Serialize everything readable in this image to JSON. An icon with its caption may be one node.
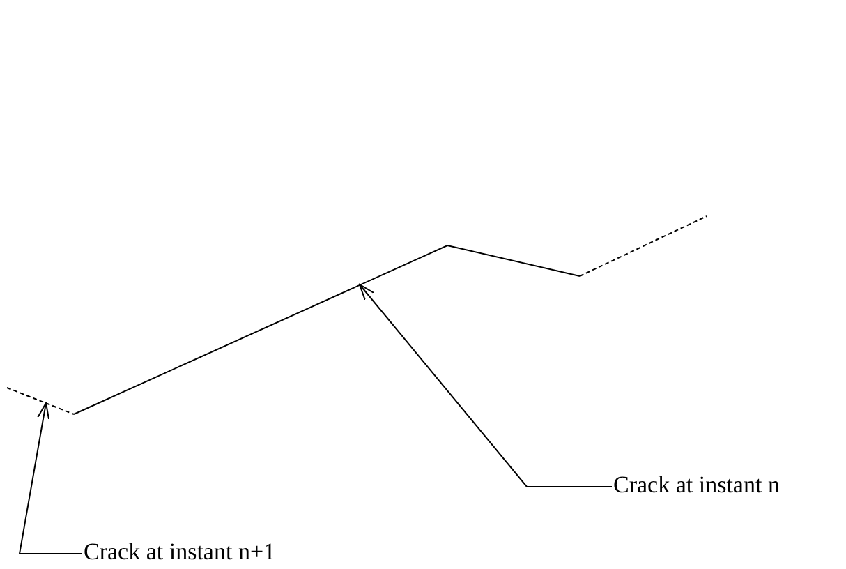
{
  "diagram": {
    "nodes": [
      {
        "text": [],
        "shape": "line"
      },
      {
        "text": [],
        "shape": "line"
      },
      {
        "text": [
          "Crack at instant n"
        ]
      },
      {
        "text": [
          "Crack at instant n+1"
        ]
      }
    ],
    "edges": [
      {
        "from": 2,
        "to": 0,
        "arrow": "to"
      },
      {
        "from": 3,
        "to": 1,
        "arrow": "to"
      }
    ]
  }
}
